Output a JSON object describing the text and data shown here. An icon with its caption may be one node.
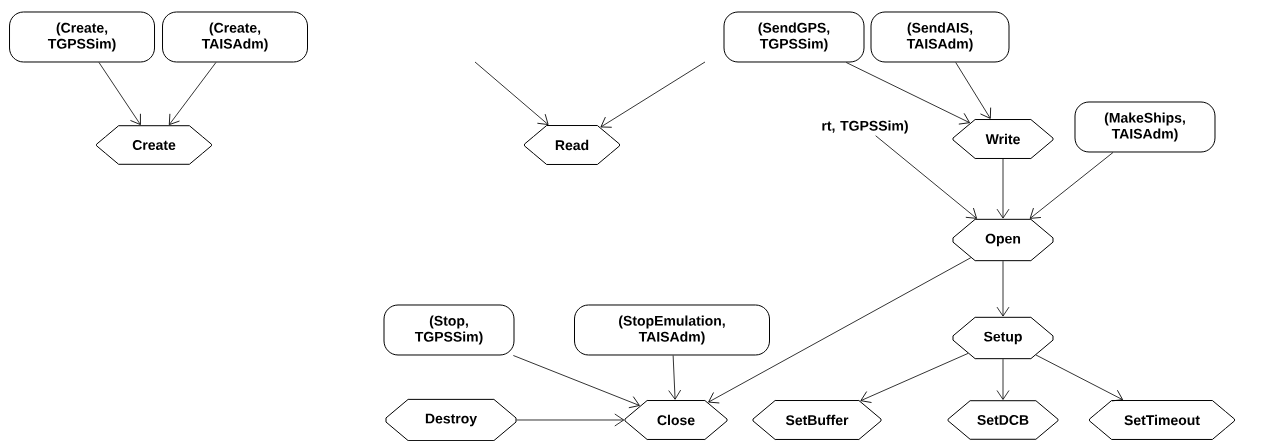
{
  "diagram": {
    "nodes": [
      {
        "text": [
          "(Create, TGPSSim)"
        ]
      },
      {
        "text": [
          "(Create, TAISAdm)"
        ]
      },
      {
        "text": [
          "Create"
        ]
      },
      {
        "text": [
          "Read"
        ]
      },
      {
        "text": [
          "(SendGPS, TGPSSim)"
        ]
      },
      {
        "text": [
          "(SendAIS, TAISAdm)"
        ]
      },
      {
        "text": [
          "rt, TGPSSim)"
        ]
      },
      {
        "text": [
          "Write"
        ]
      },
      {
        "text": [
          "(MakeShips, TAISAdm)"
        ]
      },
      {
        "text": [
          "Open"
        ]
      },
      {
        "text": [
          "(Stop, TGPSSim)"
        ]
      },
      {
        "text": [
          "(StopEmulation, TAISAdm)"
        ]
      },
      {
        "text": [
          "Setup"
        ]
      },
      {
        "text": [
          "Destroy"
        ]
      },
      {
        "text": [
          "Close"
        ]
      },
      {
        "text": [
          "SetBuffer"
        ]
      },
      {
        "text": [
          "SetDCB"
        ]
      },
      {
        "text": [
          "SetTimeout"
        ]
      }
    ],
    "edges": [
      {
        "from": 0,
        "to": 2,
        "arrow": "to"
      },
      {
        "from": 1,
        "to": 2,
        "arrow": "to"
      },
      {
        "from": null,
        "to": 3,
        "arrow": "to"
      },
      {
        "from": null,
        "to": 3,
        "arrow": "to"
      },
      {
        "from": 4,
        "to": 7,
        "arrow": "to"
      },
      {
        "from": 5,
        "to": 7,
        "arrow": "to"
      },
      {
        "from": 6,
        "to": 9,
        "arrow": "to"
      },
      {
        "from": 7,
        "to": 9,
        "arrow": "to"
      },
      {
        "from": 8,
        "to": 9,
        "arrow": "to"
      },
      {
        "from": 9,
        "to": 12,
        "arrow": "to"
      },
      {
        "from": 9,
        "to": 14,
        "arrow": "to"
      },
      {
        "from": 10,
        "to": 14,
        "arrow": "to"
      },
      {
        "from": 11,
        "to": 14,
        "arrow": "to"
      },
      {
        "from": 13,
        "to": 14,
        "arrow": "to"
      },
      {
        "from": 12,
        "to": 15,
        "arrow": "to"
      },
      {
        "from": 12,
        "to": 16,
        "arrow": "to"
      },
      {
        "from": 12,
        "to": 17,
        "arrow": "to"
      }
    ]
  }
}
